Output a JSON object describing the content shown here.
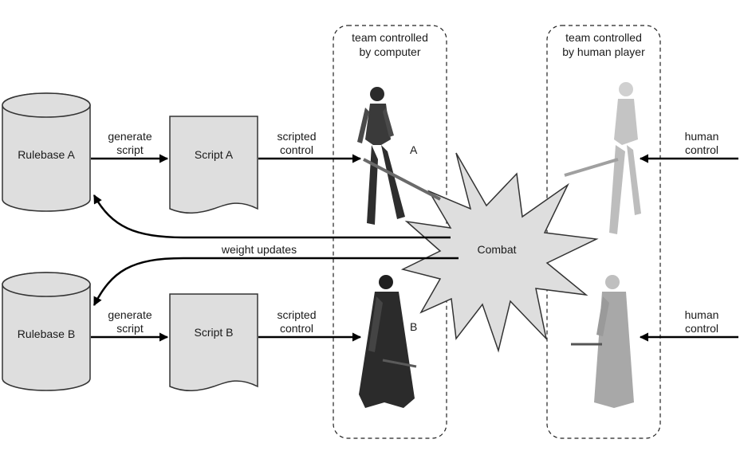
{
  "rulebase_a": "Rulebase A",
  "rulebase_b": "Rulebase B",
  "script_a": "Script A",
  "script_b": "Script B",
  "generate_script": [
    "generate",
    "script"
  ],
  "scripted_control": [
    "scripted",
    "control"
  ],
  "human_control": [
    "human",
    "control"
  ],
  "computer_team": [
    "team controlled",
    "by computer"
  ],
  "human_team": [
    "team controlled",
    "by human player"
  ],
  "char_a": "A",
  "char_b": "B",
  "combat": "Combat",
  "weight_updates": "weight updates",
  "colors": {
    "shape_fill": "#dedede",
    "stroke": "#333333",
    "arrow": "#000000",
    "dark_figure": "#2b2b2b",
    "light_figure": "#c8c8c8"
  },
  "icons": [
    "database-cylinder-icon",
    "document-icon",
    "warrior-figure-icon",
    "combat-burst-icon"
  ]
}
